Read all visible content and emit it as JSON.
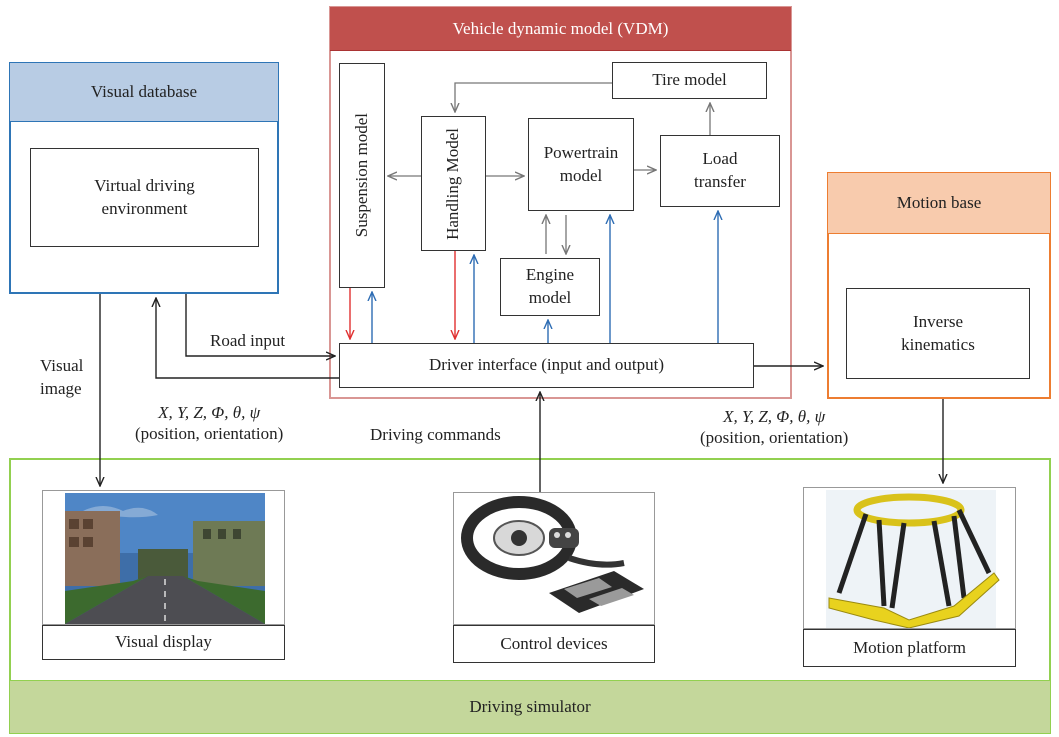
{
  "vdm": {
    "title": "Vehicle dynamic model (VDM)",
    "suspension": "Suspension model",
    "handling": "Handling Model",
    "powertrain": "Powertrain model",
    "engine": "Engine model",
    "load": "Load transfer",
    "tire": "Tire model",
    "driver_interface": "Driver interface (input and output)"
  },
  "visual_db": {
    "title": "Visual database",
    "env": "Virtual driving environment"
  },
  "motion_base": {
    "title": "Motion base",
    "inverse": "Inverse kinematics"
  },
  "labels": {
    "road_input": "Road input",
    "visual_image": "Visual image",
    "coords_left": "X, Y, Z, Φ, θ, ψ",
    "coords_left_sub": "(position, orientation)",
    "driving_commands": "Driving commands",
    "coords_right": "X, Y, Z, Φ, θ, ψ",
    "coords_right_sub": "(position, orientation)"
  },
  "simulator": {
    "title": "Driving simulator",
    "visual_display": "Visual display",
    "control_devices": "Control devices",
    "motion_platform": "Motion platform"
  },
  "colors": {
    "vdm_header": "#c0504d",
    "vdm_border": "#d99694",
    "visual_header": "#b8cce4",
    "visual_border": "#2e75b6",
    "motion_header": "#f8cbad",
    "motion_border": "#ed7d31",
    "sim_border": "#92d050",
    "sim_footer": "#c4d79b",
    "arrow_red": "#e03030",
    "arrow_blue": "#2e6db4"
  }
}
